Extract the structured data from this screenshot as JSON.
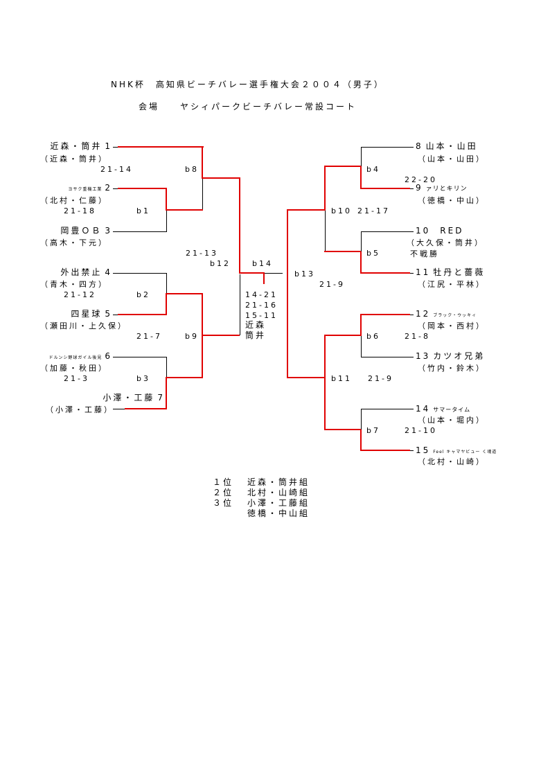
{
  "header": {
    "title": "NHK杯　高知県ビーチバレー選手権大会２００４（男子）",
    "venue": "会場　　ヤシィパークビーチバレー常設コート"
  },
  "teams": [
    {
      "seed": "1",
      "name": "近森・筒井",
      "players": "（近森・筒井）"
    },
    {
      "seed": "2",
      "name": "ヨサク重機工業",
      "players": "（北村・仁藤）"
    },
    {
      "seed": "3",
      "name": "岡豊ＯＢ",
      "players": "（高木・下元）"
    },
    {
      "seed": "4",
      "name": "外出禁止",
      "players": "（青木・四方）"
    },
    {
      "seed": "5",
      "name": "四星球",
      "players": "（瀬田川・上久保）"
    },
    {
      "seed": "6",
      "name": "ドルンシ野球ガイル後見",
      "players": "（加藤・秋田）"
    },
    {
      "seed": "7",
      "name": "小澤・工藤",
      "players": "（小澤・工藤）"
    },
    {
      "seed": "8",
      "name": "山本・山田",
      "players": "（山本・山田）"
    },
    {
      "seed": "9",
      "name": "ァリとキリン",
      "players": "（徳橋・中山）"
    },
    {
      "seed": "10",
      "name": "RED",
      "players": "（大久保・筒井）"
    },
    {
      "seed": "11",
      "name": "牡丹と薔薇",
      "players": "（江尻・平林）"
    },
    {
      "seed": "12",
      "name": "ブラック・ウッキィ",
      "players": "（岡本・西村）"
    },
    {
      "seed": "13",
      "name": "カツオ兄弟",
      "players": "（竹内・鈴木）"
    },
    {
      "seed": "14",
      "name": "サマータイム",
      "players": "（山本・堀内）"
    },
    {
      "seed": "15",
      "name": "Feel キャマヤビュー く魂道",
      "players": "（北村・山崎）"
    }
  ],
  "matches": {
    "b1": {
      "label": "b1",
      "score": "21-18"
    },
    "b2": {
      "label": "b2",
      "score": "21-12"
    },
    "b3": {
      "label": "b3",
      "score": "21-3"
    },
    "b4": {
      "label": "b4",
      "score": "22-20"
    },
    "b5": {
      "label": "b5",
      "score": "不戦勝"
    },
    "b6": {
      "label": "b6",
      "score": "21-8"
    },
    "b7": {
      "label": "b7",
      "score": "21-10"
    },
    "b8": {
      "label": "b8",
      "score": "21-14"
    },
    "b9": {
      "label": "b9",
      "score": "21-7"
    },
    "b10": {
      "label": "b10",
      "score": "21-17"
    },
    "b11": {
      "label": "b11",
      "score": "21-9"
    },
    "b12": {
      "label": "b12",
      "score": "21-13"
    },
    "b13": {
      "label": "b13",
      "score": "21-9"
    },
    "b14": {
      "label": "b14",
      "sets": [
        "14-21",
        "21-16",
        "15-11"
      ],
      "winner": [
        "近森",
        "筒井"
      ]
    }
  },
  "results": [
    {
      "rank": "１位",
      "team": "近森・筒井組"
    },
    {
      "rank": "２位",
      "team": "北村・山崎組"
    },
    {
      "rank": "３位",
      "team": "小澤・工藤組"
    },
    {
      "rank": "",
      "team": "徳橋・中山組"
    }
  ],
  "colors": {
    "winner_line": "#e00000",
    "line": "#000000"
  }
}
